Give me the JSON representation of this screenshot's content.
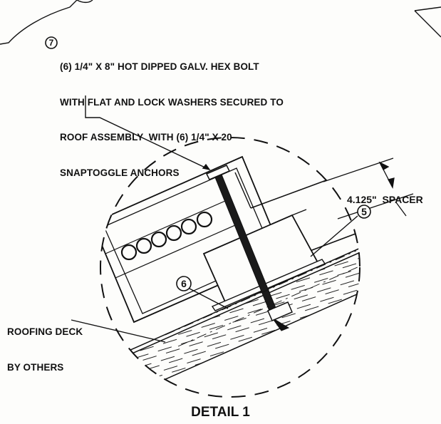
{
  "callout_7": {
    "number": "7",
    "lines": [
      "(6) 1/4\" X 8\" HOT DIPPED GALV. HEX BOLT",
      "WITH FLAT AND LOCK WASHERS SECURED TO",
      "ROOF ASSEMBLY  WITH (6) 1/4\" X 20",
      "SNAPTOGGLE ANCHORS"
    ]
  },
  "roofing_deck": {
    "lines": [
      "ROOFING DECK",
      "BY OTHERS"
    ]
  },
  "spacer": {
    "label": "4.125\"  SPACER"
  },
  "callout_5": {
    "number": "5"
  },
  "callout_6": {
    "number": "6"
  },
  "detail": {
    "title": "DETAIL 1"
  },
  "colors": {
    "ink": "#111111",
    "paper": "#fdfdfb"
  }
}
